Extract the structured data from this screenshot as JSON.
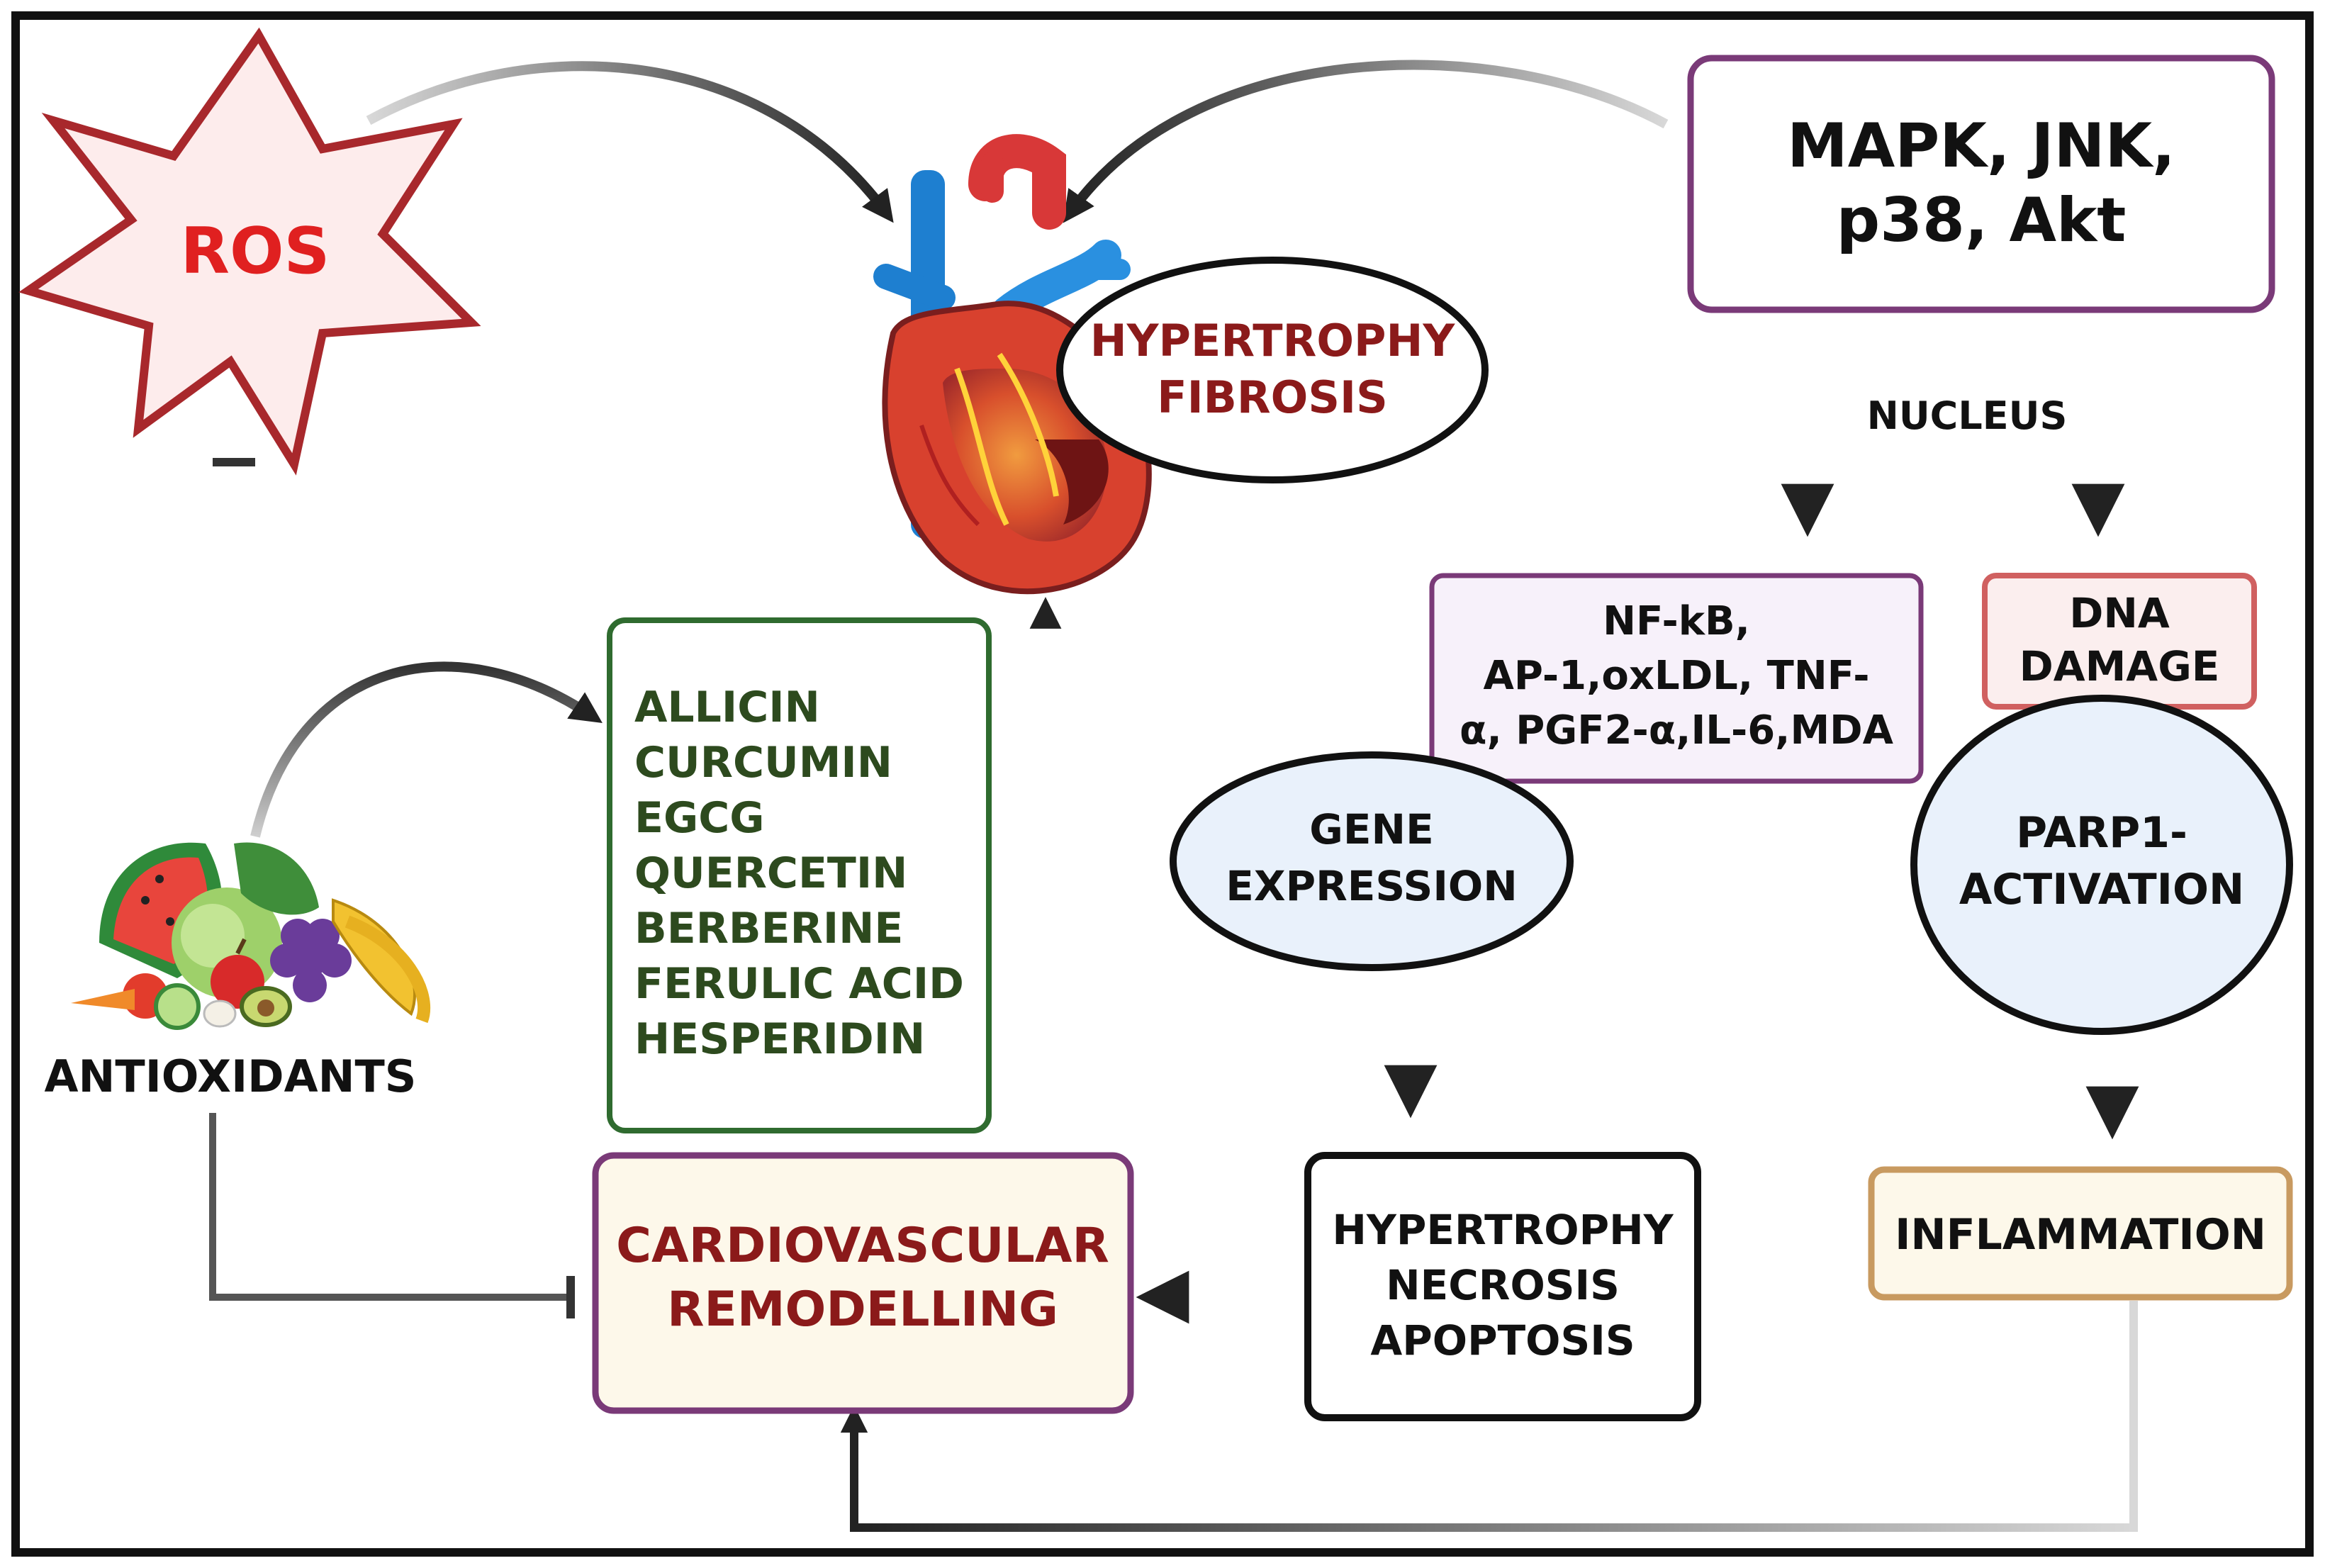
{
  "nodes": {
    "ros": "ROS",
    "kinases_line1": "MAPK, JNK,",
    "kinases_line2": "p38, Akt",
    "heart_label_line1": "HYPERTROPHY",
    "heart_label_line2": "FIBROSIS",
    "nucleus": "NUCLEUS",
    "transcription_line1": "NF-kB,",
    "transcription_line2": "AP-1,oxLDL, TNF-",
    "transcription_line3": "α, PGF2-α,IL-6,MDA",
    "dna_line1": "DNA",
    "dna_line2": "DAMAGE",
    "gene_line1": "GENE",
    "gene_line2": "EXPRESSION",
    "parp_line1": "PARP1-",
    "parp_line2": "ACTIVATION",
    "antioxidants": "ANTIOXIDANTS",
    "compounds": [
      "ALLICIN",
      "CURCUMIN",
      "EGCG",
      "QUERCETIN",
      "BERBERINE",
      "FERULIC ACID",
      "HESPERIDIN"
    ],
    "remodel_line1": "CARDIOVASCULAR",
    "remodel_line2": "REMODELLING",
    "outcomes_line1": "HYPERTROPHY",
    "outcomes_line2": "NECROSIS",
    "outcomes_line3": "APOPTOSIS",
    "inflammation": "INFLAMMATION"
  },
  "colors": {
    "ros_text": "#e02020",
    "ros_stroke": "#a8282c",
    "ros_fill": "#fdecec",
    "dark_red_text": "#8b1a1a",
    "green_text": "#2d4a1e",
    "green_border": "#2f6b2f",
    "purple_border": "#7a3a78",
    "dna_border": "#d06060",
    "ellipse_fill": "#e9f1fb",
    "inflammation_border": "#c89a60",
    "remodel_fill": "#fdf8ea"
  },
  "icons": {
    "heart": "heart-illustration",
    "antioxidants": "fruit-vegetable-basket"
  }
}
